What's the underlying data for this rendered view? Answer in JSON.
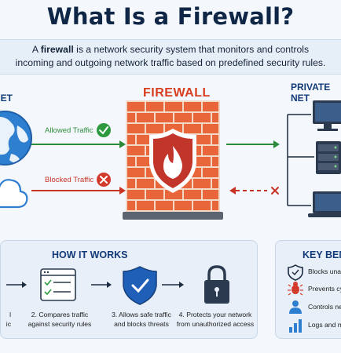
{
  "title": "What Is a Firewall?",
  "intro": {
    "line1_prefix": "A ",
    "line1_bold": "firewall",
    "line1_rest": " is a network security system that monitors and controls",
    "line2": "incoming and outgoing network traffic based on predefined security rules."
  },
  "labels": {
    "internet": "NET",
    "firewall": "FIREWALL",
    "private_network": "PRIVATE NET"
  },
  "traffic": {
    "allowed": "Allowed Traffic",
    "blocked": "Blocked Traffic"
  },
  "how_it_works": {
    "title": "HOW IT WORKS",
    "step1": "l\nic",
    "step2": "2. Compares traffic\nagainst security rules",
    "step3": "3. Allows safe traffic\nand blocks threats",
    "step4": "4. Protects your network\nfrom unauthorized access"
  },
  "key_benefits": {
    "title": "KEY BENE",
    "items": [
      "Blocks una",
      "Prevents cy",
      "Controls ne",
      "Logs and m"
    ]
  },
  "colors": {
    "brick": "#e8663a",
    "mortar": "#f3d9c8",
    "shield": "#c2352b",
    "allowed": "#2d8a3b",
    "blocked": "#c83326",
    "navy": "#123a78"
  }
}
